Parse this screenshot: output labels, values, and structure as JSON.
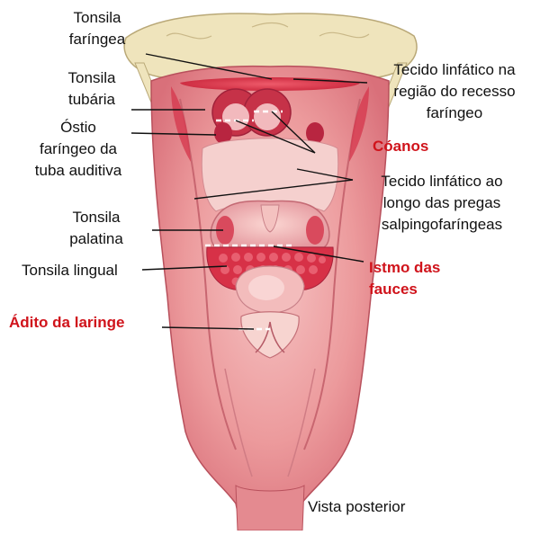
{
  "labels": {
    "tonsila_faringea": "Tonsila\nfaríngea",
    "tonsila_tubaria": "Tonsila\ntubária",
    "ostio": "Óstio\nfaríngeo da\ntuba auditiva",
    "tonsila_palatina": "Tonsila\npalatina",
    "tonsila_lingual": "Tonsila lingual",
    "adito": "Ádito da laringe",
    "tecido_recesso": "Tecido linfático na\nregião do recesso\nfaríngeo",
    "coanos": "Cóanos",
    "tecido_pregas": "Tecido linfático ao\nlongo das pregas\nsalpingofaríngeas",
    "istmo": "Istmo das\nfauces",
    "vista": "Vista posterior"
  },
  "colors": {
    "highlight_label": "#d0131b",
    "mucosa": "#e8868e",
    "lymphoid": "#d93d55",
    "bone": "#efe4bc"
  }
}
